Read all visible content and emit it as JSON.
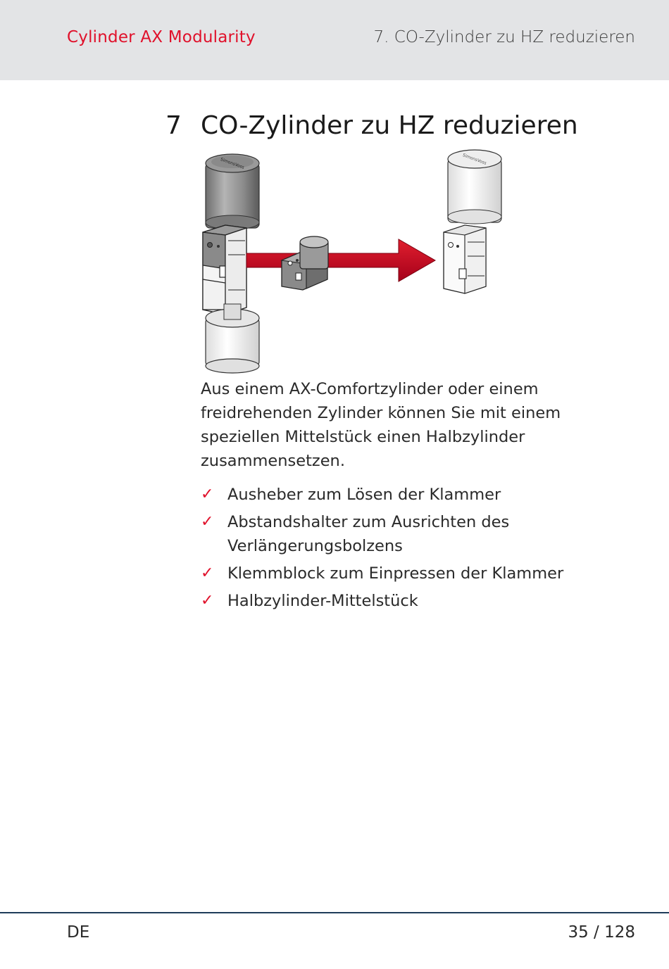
{
  "header": {
    "doc_title": "Cylinder AX Modularity",
    "section_title": "7. CO-Zylinder zu HZ reduzieren",
    "accent_color": "#e0112b",
    "background_color": "#e3e4e6"
  },
  "chapter": {
    "number": "7",
    "title": "CO-Zylinder zu HZ reduzieren"
  },
  "illustration": {
    "logo_text": "SimonsVoss",
    "arrow_color": "#d0021b"
  },
  "body": {
    "paragraph": "Aus einem AX-Comfortzylinder oder einem freidrehenden Zylinder können Sie mit einem speziellen Mittelstück einen Halbzylinder zusammensetzen."
  },
  "checklist": {
    "check_symbol": "✓",
    "items": [
      "Ausheber zum Lösen der Klammer",
      "Abstandshalter zum Ausrichten des Verlängerungsbolzens",
      "Klemmblock zum Einpressen der Klammer",
      "Halbzylinder-Mittelstück"
    ]
  },
  "footer": {
    "language": "DE",
    "page": "35 / 128"
  }
}
